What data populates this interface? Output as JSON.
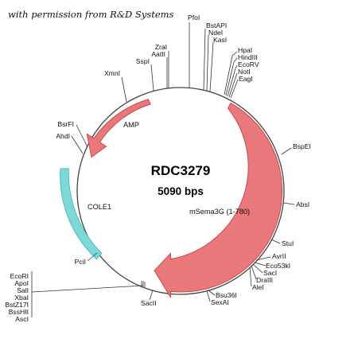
{
  "permission_note": "with permission from R&D Systems",
  "plasmid": {
    "name": "RDC3279",
    "size": "5090 bps"
  },
  "features": {
    "amp": "AMP",
    "cole1": "COLE1",
    "insert": "mSema3G (1-780)"
  },
  "sites": {
    "pfoi": "PfoI",
    "bstapi": "BstAPI",
    "ndei": "NdeI",
    "kasi": "KasI",
    "hpai": "HpaI",
    "hindiii": "HindIII",
    "ecorv": "EcoRV",
    "noti": "NotI",
    "eagi": "EagI",
    "zrai": "ZraI",
    "aatii": "AatII",
    "sspi": "SspI",
    "xmni": "XmnI",
    "bsrfi": "BsrFI",
    "ahdi": "AhdI",
    "bspei": "BspEI",
    "absi": "AbsI",
    "stui": "StuI",
    "avrii": "AvrII",
    "eco53ki": "Eco53kI",
    "saci": "SacI",
    "draiii": "DraIII",
    "alei": "AleI",
    "bsu36i": "Bsu36I",
    "sexai": "SexAI",
    "sacii": "SacII",
    "pcii": "PciI",
    "ecori": "EcoRI",
    "apoi": "ApoI",
    "sali": "SalI",
    "xbai": "XbaI",
    "bstz17i": "BstZ17I",
    "bsshii": "BssHII",
    "asci": "AscI"
  },
  "colors": {
    "arrow_fill": "#e8787a",
    "arrow_stroke": "#c84048",
    "cole1_fill": "#7fd8d8",
    "cole1_stroke": "#45b8bc",
    "circle": "#444444"
  }
}
